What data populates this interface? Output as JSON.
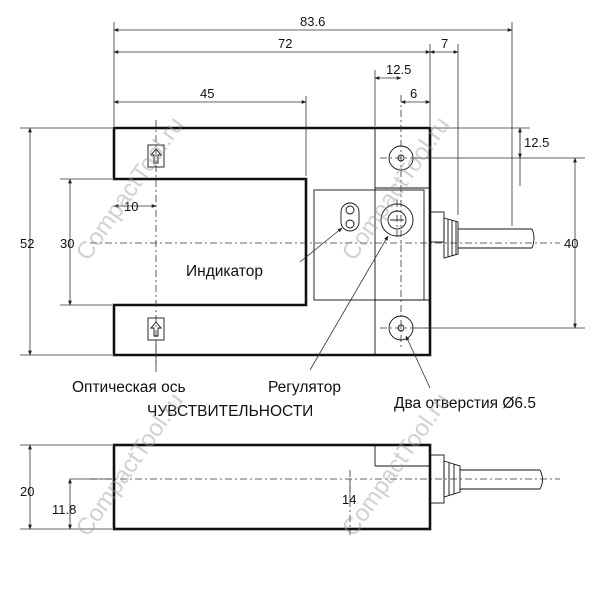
{
  "dimensions": {
    "overall_length": "83.6",
    "body_length": "72",
    "cable_offset": "7",
    "hole_offset_x": "12.5",
    "hole_spacing_x": "6",
    "slot_depth": "45",
    "hole_offset_y": "12.5",
    "slot_edge_offset": "10",
    "slot_width": "30",
    "body_height": "52",
    "hole_spacing_y": "40",
    "side_height": "20",
    "axis_height": "11.8",
    "side_mark": "14"
  },
  "labels": {
    "indicator": "Индикатор",
    "optical_axis": "Оптическая ось",
    "regulator": "Регулятор",
    "sensitivity": "ЧУВСТВИТЕЛЬНОСТИ",
    "two_holes": "Два отверстия Ø6.5"
  },
  "watermark": "CompactTool.ru"
}
